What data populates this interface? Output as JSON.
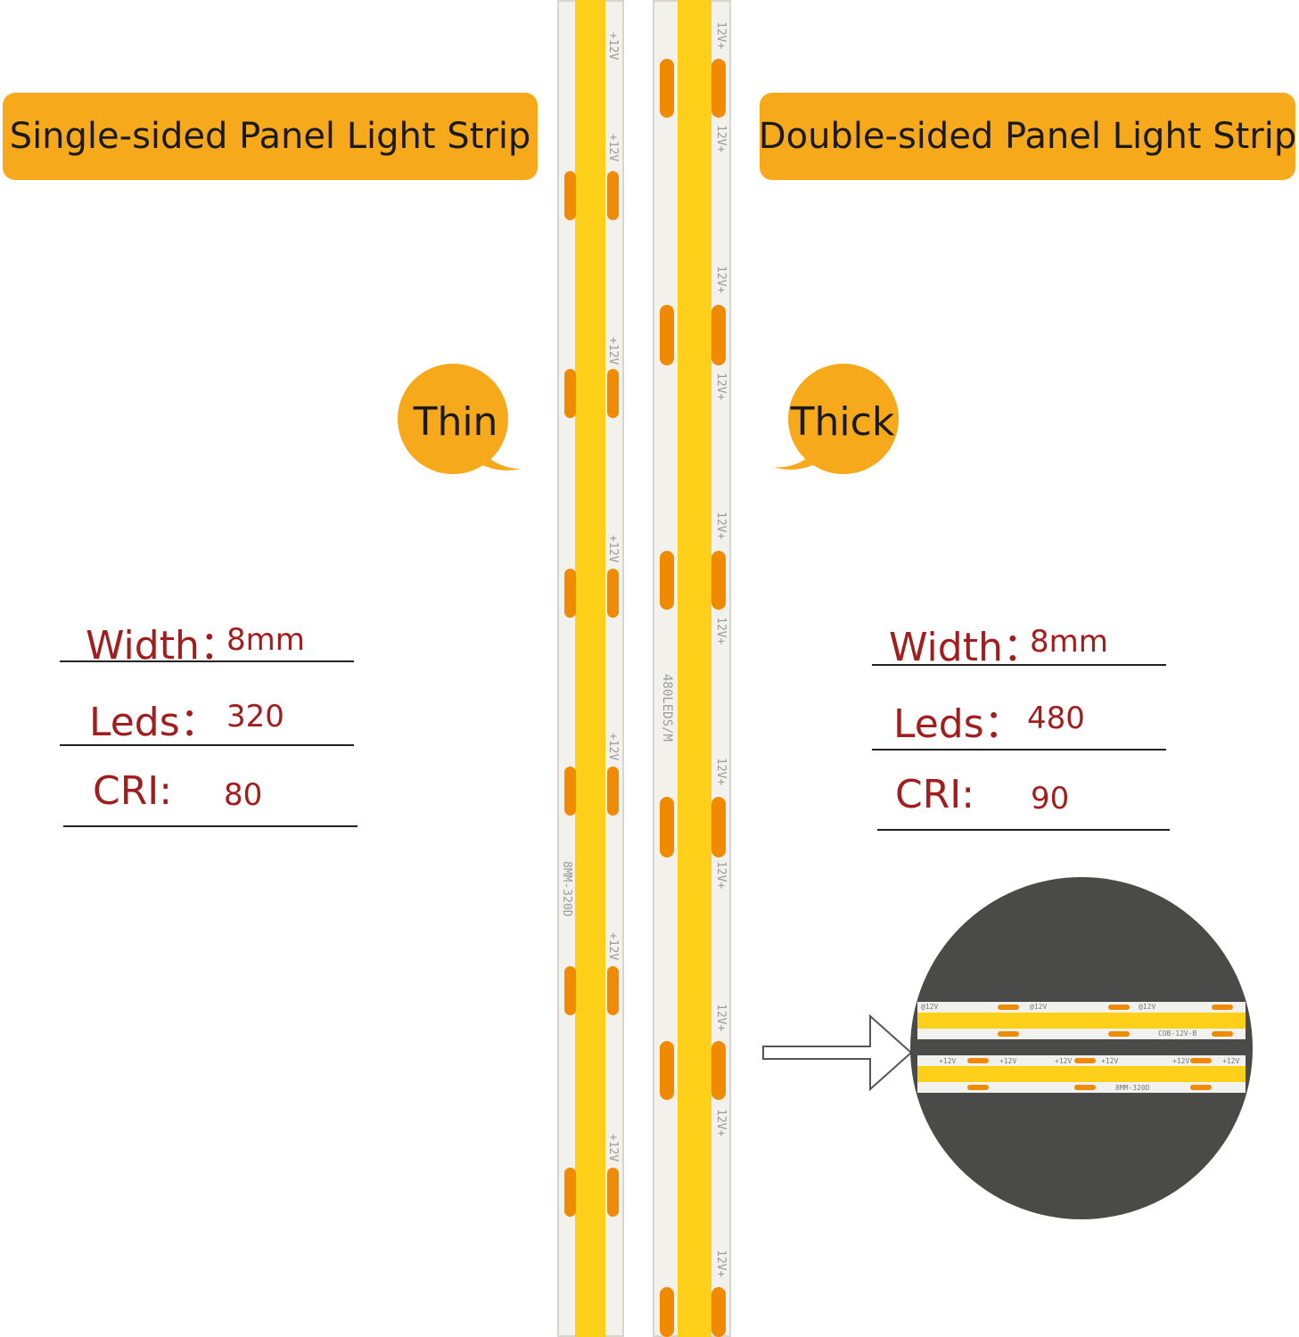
{
  "left_panel": {
    "banner": "Single-sided Panel Light Strip",
    "bubble": "Thin",
    "specs": [
      {
        "label": "Width：",
        "value": "8mm"
      },
      {
        "label": "Leds：",
        "value": "320"
      },
      {
        "label": "CRI:",
        "value": "80"
      }
    ],
    "strip_print": [
      "+12V",
      "8MM-320D"
    ]
  },
  "right_panel": {
    "banner": "Double-sided Panel Light Strip",
    "bubble": "Thick",
    "specs": [
      {
        "label": "Width：",
        "value": "8mm"
      },
      {
        "label": "Leds：",
        "value": "480"
      },
      {
        "label": "CRI:",
        "value": "90"
      }
    ],
    "strip_print": [
      "12V+",
      "480LEDS/M"
    ]
  },
  "zoom_inset": {
    "labels": [
      "@12V",
      "COB-12V-B",
      "+12V",
      "8MM-320D"
    ]
  },
  "colors": {
    "banner": "#f6a91a",
    "spec_text": "#a21d1d",
    "led_glow": "#ffd019",
    "pad": "#f08a00"
  }
}
